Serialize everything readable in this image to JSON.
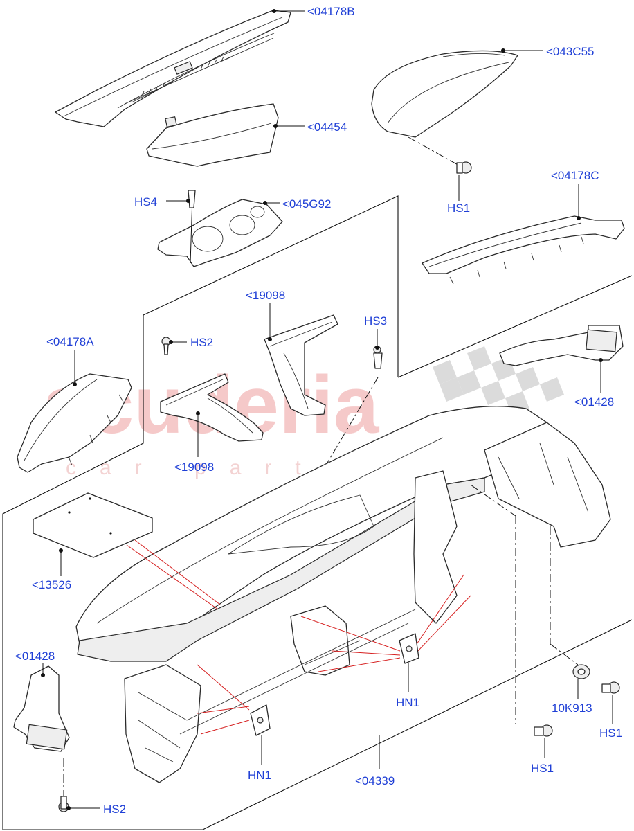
{
  "watermark": {
    "brand": "scuderia",
    "tagline": "car parts"
  },
  "callouts": {
    "c04178B": "<04178B",
    "c043C55": "<043C55",
    "c04454": "<04454",
    "cHS4": "HS4",
    "c045G92": "<045G92",
    "c04178C": "<04178C",
    "cHS1_top": "HS1",
    "c19098_top": "<19098",
    "cHS3": "HS3",
    "c04178A": "<04178A",
    "cHS2_top": "HS2",
    "c01428_right": "<01428",
    "c19098_mid": "<19098",
    "c13526": "<13526",
    "c01428_left": "<01428",
    "cHN1_right": "HN1",
    "c10K913": "10K913",
    "cHS1_right": "HS1",
    "cHN1_left": "HN1",
    "c04339": "<04339",
    "cHS1_bottom": "HS1",
    "cHS2_bottom": "HS2"
  },
  "colors": {
    "callout_text": "#1f3fd6",
    "watermark": "#f2b8b8",
    "reference_lines": "#d62020"
  }
}
